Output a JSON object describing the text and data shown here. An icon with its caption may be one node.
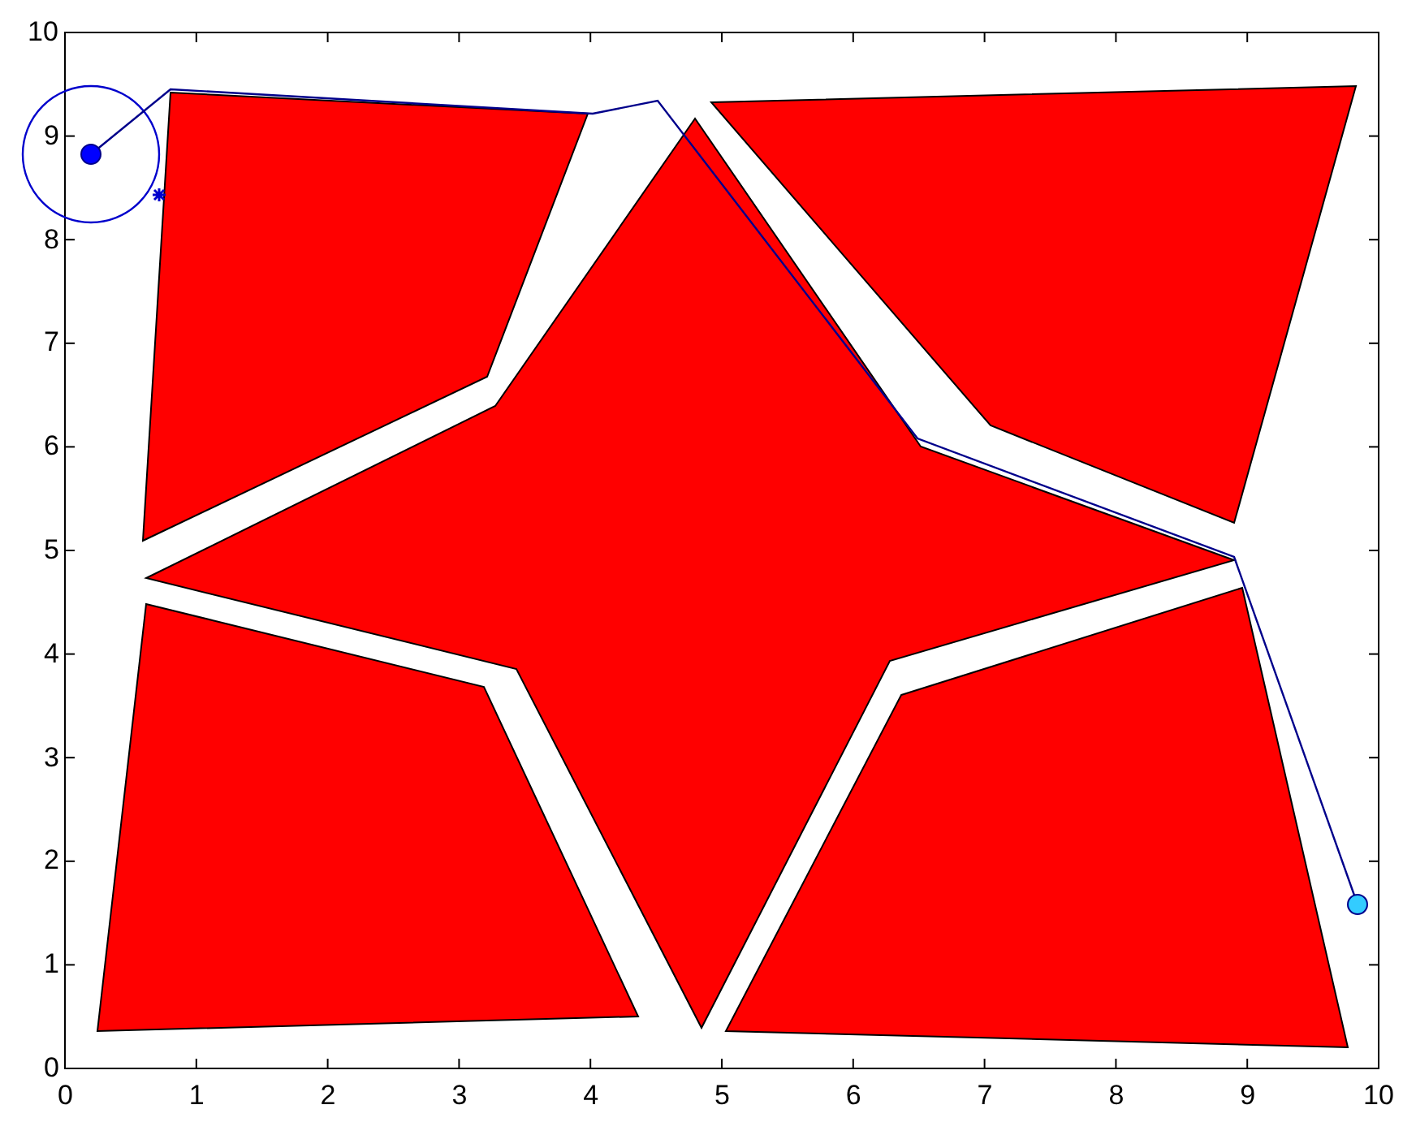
{
  "diagram": {
    "labels": [
      "10",
      "9",
      "8",
      "7",
      "6",
      "5",
      "4",
      "3",
      "2",
      "1",
      "0",
      "0",
      "1",
      "2",
      "3",
      "4",
      "5",
      "6",
      "7",
      "8",
      "9",
      "10"
    ]
  }
}
